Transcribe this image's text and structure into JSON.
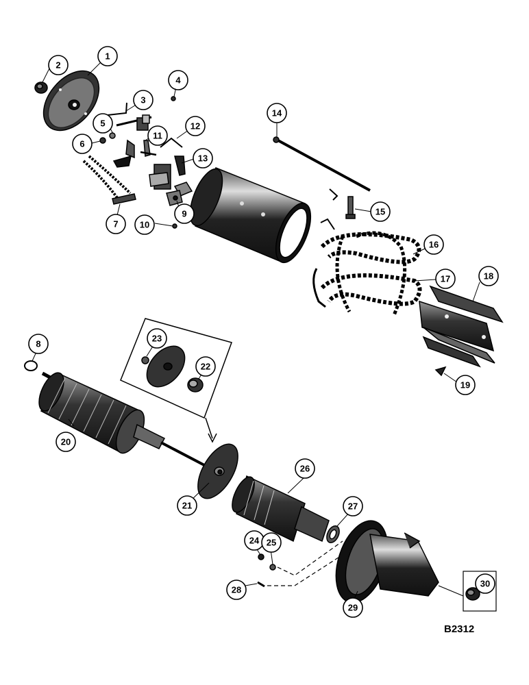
{
  "drawing_code": "B2312",
  "callouts": [
    {
      "id": "1",
      "label": "1"
    },
    {
      "id": "2",
      "label": "2"
    },
    {
      "id": "3",
      "label": "3"
    },
    {
      "id": "4",
      "label": "4"
    },
    {
      "id": "5",
      "label": "5"
    },
    {
      "id": "6",
      "label": "6"
    },
    {
      "id": "7",
      "label": "7"
    },
    {
      "id": "8",
      "label": "8"
    },
    {
      "id": "9",
      "label": "9"
    },
    {
      "id": "10",
      "label": "10"
    },
    {
      "id": "11",
      "label": "11"
    },
    {
      "id": "12",
      "label": "12"
    },
    {
      "id": "13",
      "label": "13"
    },
    {
      "id": "14",
      "label": "14"
    },
    {
      "id": "15",
      "label": "15"
    },
    {
      "id": "16",
      "label": "16"
    },
    {
      "id": "17",
      "label": "17"
    },
    {
      "id": "18",
      "label": "18"
    },
    {
      "id": "19",
      "label": "19"
    },
    {
      "id": "20",
      "label": "20"
    },
    {
      "id": "21",
      "label": "21"
    },
    {
      "id": "22",
      "label": "22"
    },
    {
      "id": "23",
      "label": "23"
    },
    {
      "id": "24",
      "label": "24"
    },
    {
      "id": "25",
      "label": "25"
    },
    {
      "id": "26",
      "label": "26"
    },
    {
      "id": "27",
      "label": "27"
    },
    {
      "id": "28",
      "label": "28"
    },
    {
      "id": "29",
      "label": "29"
    },
    {
      "id": "30",
      "label": "30"
    }
  ]
}
